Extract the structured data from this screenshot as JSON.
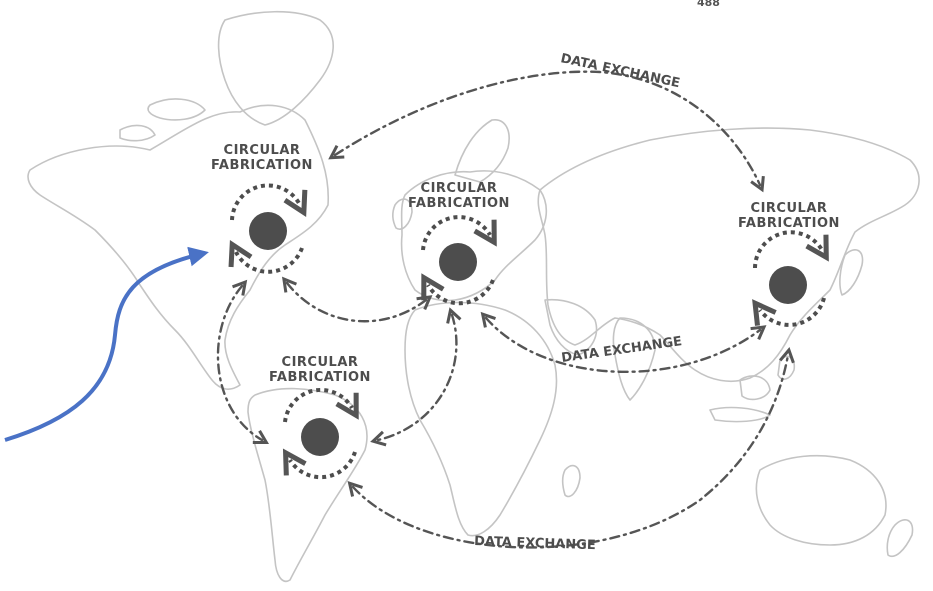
{
  "corner_text": "488",
  "nodes": [
    {
      "line1": "CIRCULAR",
      "line2": "FABRICATION"
    },
    {
      "line1": "CIRCULAR",
      "line2": "FABRICATION"
    },
    {
      "line1": "CIRCULAR",
      "line2": "FABRICATION"
    },
    {
      "line1": "CIRCULAR",
      "line2": "FABRICATION"
    }
  ],
  "links": [
    {
      "label": "DATA EXCHANGE"
    },
    {
      "label": "DATA EXCHANGE"
    },
    {
      "label": "DATA EXCHANGE"
    }
  ],
  "colors": {
    "map_outline": "#c4c4c4",
    "node_fill": "#4d4d4d",
    "dash": "#555555",
    "pointer_arrow": "#4a72c6"
  }
}
